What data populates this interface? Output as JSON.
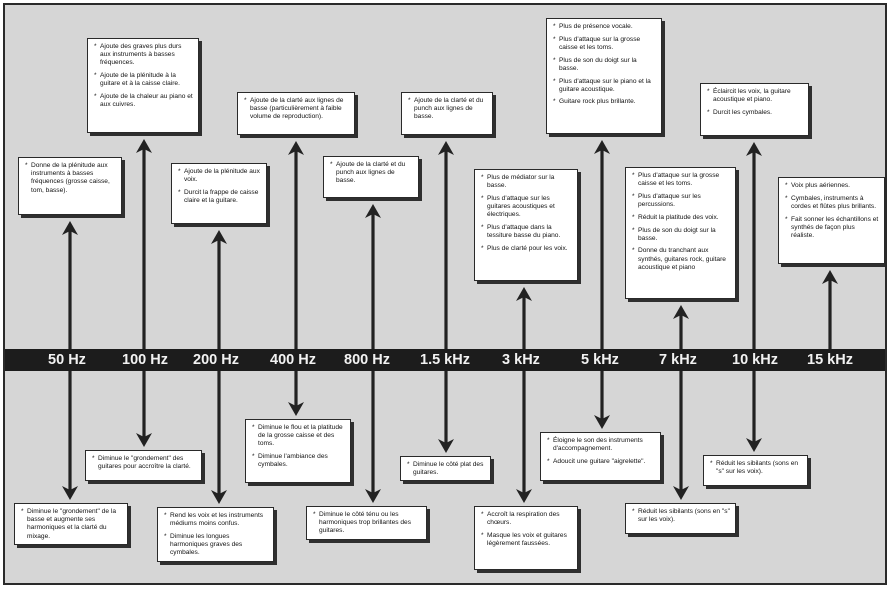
{
  "frequencies": [
    {
      "label": "50 Hz",
      "boost": [
        "Donne de la plénitude aux instruments à basses fréquences (grosse caisse, tom, basse)."
      ],
      "cut": [
        "Diminue le \"grondement\" de la basse et augmente ses harmoniques et la clarté du mixage."
      ]
    },
    {
      "label": "100 Hz",
      "boost": [
        "Ajoute des graves plus durs aux instruments à basses fréquences.",
        "Ajoute de la plénitude à la guitare et à la caisse claire.",
        "Ajoute de la chaleur au piano et aux cuivres."
      ],
      "cut": [
        "Diminue le \"grondement\" des guitares pour accroître la clarté."
      ]
    },
    {
      "label": "200 Hz",
      "boost": [
        "Ajoute de la plénitude aux voix.",
        "Durcit la frappe de caisse claire et la guitare."
      ],
      "cut": [
        "Rend les voix et les instruments médiums moins confus.",
        "Diminue les longues harmoniques graves des cymbales."
      ]
    },
    {
      "label": "400 Hz",
      "boost": [
        "Ajoute de la clarté aux lignes de basse (particulièrement à faible volume de reproduction)."
      ],
      "cut": [
        "Diminue le flou et la platitude de la grosse caisse et des toms.",
        "Diminue l'ambiance des cymbales."
      ]
    },
    {
      "label": "800 Hz",
      "boost": [
        "Ajoute de la clarté et du punch aux lignes de basse."
      ],
      "cut": [
        "Diminue le côté ténu ou les harmoniques trop brillantes des guitares."
      ]
    },
    {
      "label": "1.5 kHz",
      "boost": [
        "Ajoute de la clarté et du punch aux lignes de basse."
      ],
      "cut": [
        "Diminue le côté plat des guitares."
      ]
    },
    {
      "label": "3 kHz",
      "boost": [
        "Plus de médiator sur la basse.",
        "Plus d'attaque sur les guitares acoustiques et électriques.",
        "Plus d'attaque dans la tessiture basse du piano.",
        "Plus de clarté pour les voix."
      ],
      "cut": [
        "Accroît la respiration des chœurs.",
        "Masque les voix et guitares légèrement faussées."
      ]
    },
    {
      "label": "5 kHz",
      "boost": [
        "Plus de présence vocale.",
        "Plus d'attaque sur la grosse caisse et les toms.",
        "Plus de son du doigt sur la basse.",
        "Plus d'attaque sur le piano et la guitare acoustique.",
        "Guitare rock plus brillante."
      ],
      "cut": [
        "Éloigne le son des instruments d'accompagnement.",
        "Adoucit une guitare \"aigrelette\"."
      ]
    },
    {
      "label": "7 kHz",
      "boost": [
        "Plus d'attaque sur la grosse caisse et les toms.",
        "Plus d'attaque sur les percussions.",
        "Réduit la platitude des voix.",
        "Plus de son du doigt sur la basse.",
        "Donne du tranchant aux synthés, guitares rock, guitare acoustique et piano"
      ],
      "cut": [
        "Réduit les sibilants (sons en \"s\" sur les voix)."
      ]
    },
    {
      "label": "10 kHz",
      "boost": [
        "Éclaircit les voix, la guitare acoustique et piano.",
        "Durcit les cymbales."
      ],
      "cut": [
        "Réduit les sibilants (sons en \"s\" sur les voix)."
      ]
    },
    {
      "label": "15 kHz",
      "boost": [
        "Voix plus aériennes.",
        "Cymbales, instruments à cordes et flûtes plus brillants.",
        "Fait sonner les échantillons et synthés de façon plus réaliste."
      ],
      "cut": []
    }
  ]
}
